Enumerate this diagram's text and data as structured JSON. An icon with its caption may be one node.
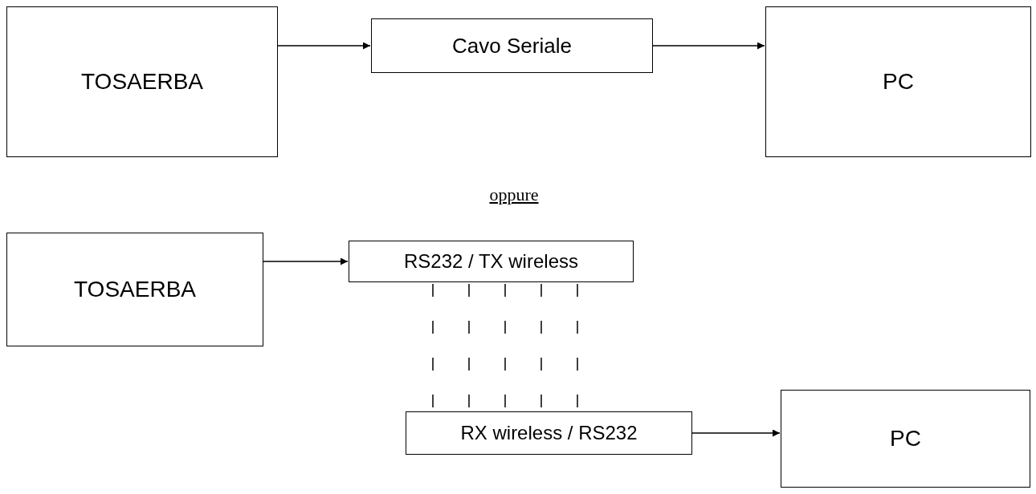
{
  "diagram": {
    "nodes": [
      {
        "text": [
          "TOSAERBA"
        ]
      },
      {
        "text": [
          "Cavo Seriale"
        ]
      },
      {
        "text": [
          "PC"
        ]
      },
      {
        "text": [
          "TOSAERBA"
        ]
      },
      {
        "text": [
          "RS232 / TX wireless"
        ]
      },
      {
        "text": [
          "RX wireless / RS232"
        ]
      },
      {
        "text": [
          "PC"
        ]
      }
    ],
    "edges": [
      {
        "from": 0,
        "to": 1,
        "arrow": "to"
      },
      {
        "from": 1,
        "to": 2,
        "arrow": "to"
      },
      {
        "from": 3,
        "to": 4,
        "arrow": "to"
      },
      {
        "from": 4,
        "to": 5,
        "arrow": "none",
        "style": "dashed"
      },
      {
        "from": 5,
        "to": 6,
        "arrow": "to"
      }
    ],
    "labels": [
      "oppure"
    ]
  }
}
